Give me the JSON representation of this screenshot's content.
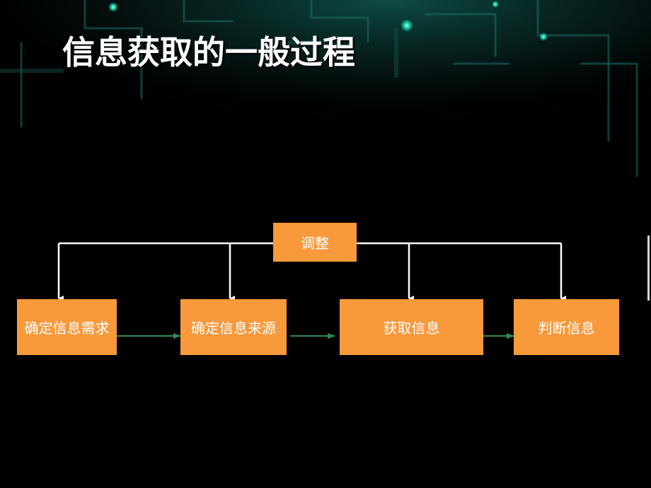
{
  "slide": {
    "title": "信息获取的一般过程"
  },
  "diagram": {
    "feedback_box": "调整",
    "steps": [
      "确定信息需求",
      "确定信息来源",
      "获取信息",
      "判断信息"
    ]
  },
  "colors": {
    "box_fill": "#f8993c",
    "box_text": "#ffffff",
    "feedback_line": "#ffffff",
    "flow_arrow": "#2e8b57",
    "background": "#000000",
    "decor_accent": "#19d6b0"
  }
}
